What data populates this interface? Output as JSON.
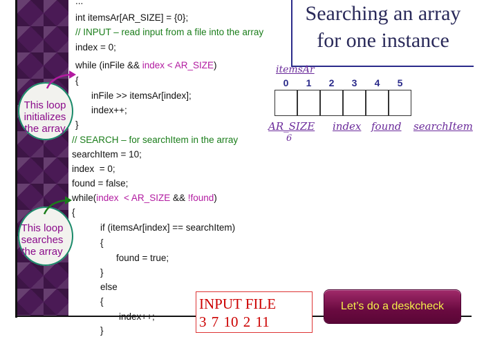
{
  "code": {
    "ellipsis": "...",
    "line1": "int itemsAr[AR_SIZE] = {0};",
    "line2": "// INPUT – read input from a file into the array",
    "line3": "index = 0;",
    "line4_a": "while (inFile && ",
    "line4_b": "index < AR_SIZE",
    "line4_c": ")",
    "line5": "{",
    "line6": "inFile >> itemsAr[index];",
    "line7": "index++;",
    "line8": "}",
    "line9": "// SEARCH – for searchItem in the array",
    "line10": "searchItem = 10;",
    "line11": "index  = 0;",
    "line12": "found = false;",
    "line13_a": "while(",
    "line13_b": "index  < AR_SIZE",
    "line13_c": " && ",
    "line13_d": "!found",
    "line13_e": ")",
    "line14": "{",
    "line15": "if (itemsAr[index] == searchItem)",
    "line16": "{",
    "line17": "found = true;",
    "line18": "}",
    "line19": "else",
    "line20": "{",
    "line21": "index++;",
    "line22": "}"
  },
  "title": {
    "line1": "Searching an array",
    "line2": "for one instance"
  },
  "array_diagram": {
    "label": "itemsAr",
    "indices": [
      "0",
      "1",
      "2",
      "3",
      "4",
      "5"
    ],
    "variables": [
      "AR_SIZE",
      "index",
      "found",
      "searchItem"
    ],
    "ar_size_value": "6"
  },
  "bubbles": {
    "first": "This loop\ninitializes\nthe array",
    "second": "This loop\nsearches\nthe array"
  },
  "input_file": {
    "title": "INPUT  FILE",
    "values": "3  7  10  2  11"
  },
  "button": {
    "label": "Let’s do a deskcheck"
  },
  "colors": {
    "comment": "#1a7d1a",
    "keyword_highlight": "#b21aa0",
    "title": "#2a2a5a",
    "button_bg": "#6a0a40",
    "button_text": "#f4ee4a",
    "input_file": "#c00000"
  }
}
